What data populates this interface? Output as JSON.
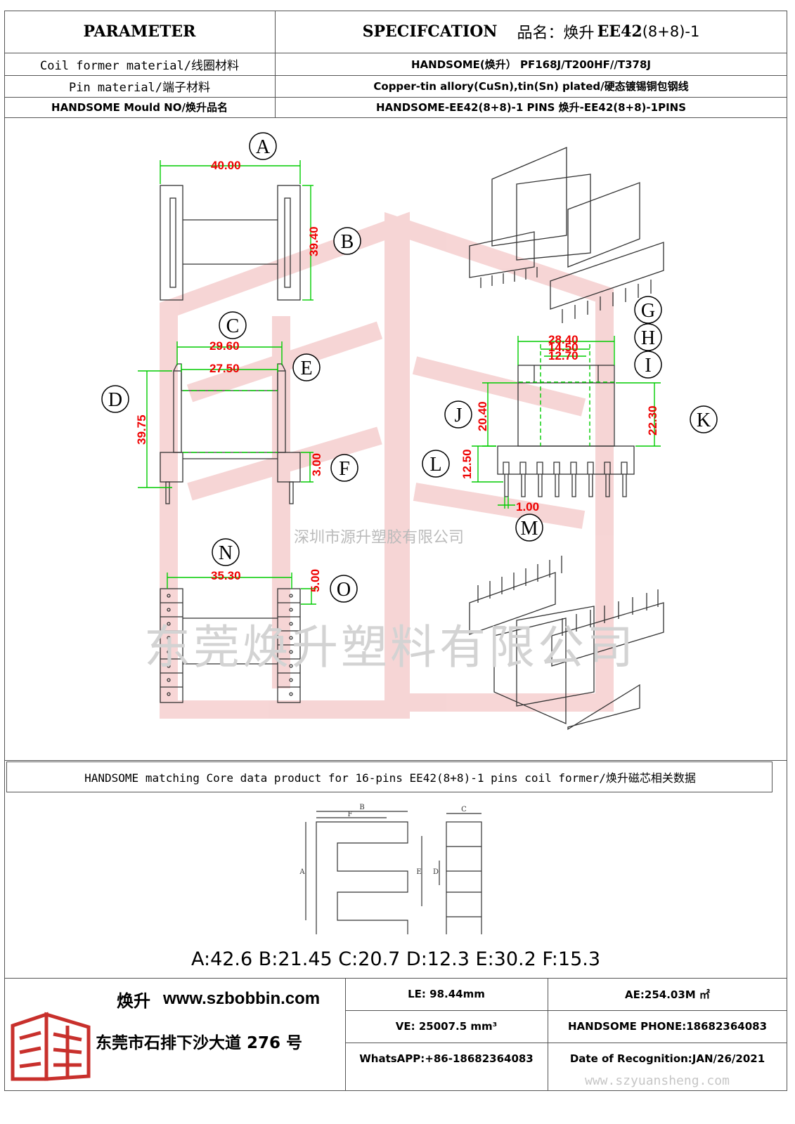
{
  "header": {
    "parameter": "PARAMETER",
    "spec": "SPECIFCATION",
    "product_name_label": "品名：焕升",
    "product_name_bold": "EE42",
    "product_name_suffix": "(8+8)-1"
  },
  "rows": [
    {
      "label": "Coil former material/线圈材料",
      "value": "HANDSOME(焕升）  PF168J/T200HF//T378J"
    },
    {
      "label": "Pin material/端子材料",
      "value": "Copper-tin allory(CuSn),tin(Sn) plated/硬态镀锡铜包钢线"
    },
    {
      "label": "HANDSOME Mould NO/焕升品名",
      "value": "HANDSOME-EE42(8+8)-1 PINS    焕升-EE42(8+8)-1PINS"
    }
  ],
  "drawing": {
    "dims": {
      "a": "40.00",
      "b": "39.40",
      "c": "29.60",
      "e": "27.50",
      "d": "39.75",
      "f": "3.00",
      "g": "28.40",
      "h": "14.50",
      "i": "12.70",
      "j": "20.40",
      "k": "22.30",
      "l": "12.50",
      "m": "1.00",
      "n": "35.30",
      "o": "5.00"
    },
    "letters": {
      "a": "A",
      "b": "B",
      "c": "C",
      "d": "D",
      "e": "E",
      "f": "F",
      "g": "G",
      "h": "H",
      "i": "I",
      "j": "J",
      "k": "K",
      "l": "L",
      "m": "M",
      "n": "N",
      "o": "O"
    }
  },
  "watermarks": {
    "line1": "深圳市源升塑胶有限公司",
    "line2": "东莞焕升塑料有限公司",
    "url": "www.szyuansheng.com"
  },
  "core_section": {
    "title": "HANDSOME matching Core data  product for 16-pins EE42(8+8)-1 pins coil former/焕升磁芯相关数据",
    "diagram_letters": {
      "a": "A",
      "b": "B",
      "c": "C",
      "d": "D",
      "e": "E",
      "f": "F"
    },
    "dims_text": "A:42.6 B:21.45 C:20.7 D:12.3 E:30.2 F:15.3"
  },
  "footer": {
    "brand": "焕升",
    "website": "www.szbobbin.com",
    "address": "东莞市石排下沙大道 276 号",
    "le": "LE: 98.44mm",
    "ae": "AE:254.03M ㎡",
    "ve": "VE: 25007.5 mm³",
    "phone": "HANDSOME PHONE:18682364083",
    "whatsapp": "WhatsAPP:+86-18682364083",
    "date": "Date of Recognition:JAN/26/2021"
  },
  "colors": {
    "dimension": "#00cc00",
    "dim_text": "#ee0000",
    "logo": "#c8302c"
  }
}
